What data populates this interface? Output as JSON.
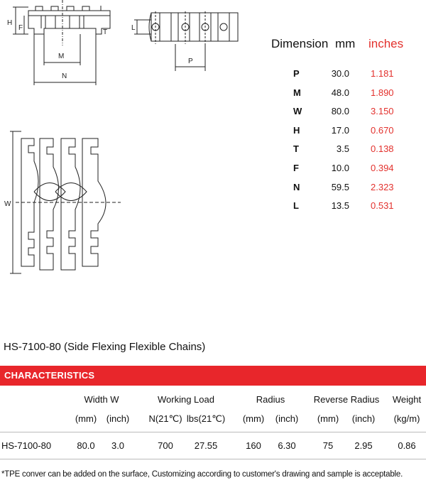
{
  "drawings": {
    "side_view_labels": {
      "h": "H",
      "f": "F",
      "t": "T",
      "m": "M",
      "n": "N"
    },
    "front_view_labels": {
      "l": "L",
      "p": "P"
    },
    "top_view_labels": {
      "w": "W"
    }
  },
  "dimensions": {
    "header": {
      "dimension": "Dimension",
      "mm": "mm",
      "inches": "inches"
    },
    "rows": [
      {
        "label": "P",
        "mm": "30.0",
        "inches": "1.181"
      },
      {
        "label": "M",
        "mm": "48.0",
        "inches": "1.890"
      },
      {
        "label": "W",
        "mm": "80.0",
        "inches": "3.150"
      },
      {
        "label": "H",
        "mm": "17.0",
        "inches": "0.670"
      },
      {
        "label": "T",
        "mm": "3.5",
        "inches": "0.138"
      },
      {
        "label": "F",
        "mm": "10.0",
        "inches": "0.394"
      },
      {
        "label": "N",
        "mm": "59.5",
        "inches": "2.323"
      },
      {
        "label": "L",
        "mm": "13.5",
        "inches": "0.531"
      }
    ]
  },
  "product": {
    "title": "HS-7100-80 (Side Flexing Flexible Chains)",
    "characteristics_label": "CHARACTERISTICS",
    "headers": {
      "width": "Width  W",
      "working_load": "Working Load",
      "radius": "Radius",
      "reverse_radius": "Reverse Radius",
      "weight": "Weight"
    },
    "units": {
      "width_mm": "(mm)",
      "width_inch": "(inch)",
      "load_n": "N(21℃)",
      "load_lbs": "lbs(21℃)",
      "radius_mm": "(mm)",
      "radius_inch": "(inch)",
      "rev_mm": "(mm)",
      "rev_inch": "(inch)",
      "weight_unit": "(kg/m)"
    },
    "row": {
      "model": "HS-7100-80",
      "width_mm": "80.0",
      "width_inch": "3.0",
      "load_n": "700",
      "load_lbs": "27.55",
      "radius_mm": "160",
      "radius_inch": "6.30",
      "rev_mm": "75",
      "rev_inch": "2.95",
      "weight": "0.86"
    },
    "footnote": "*TPE conver can be added on the surface, Customizing according to customer's drawing and sample is acceptable."
  },
  "colors": {
    "accent": "#e8262b",
    "inches_text": "#e3312d"
  }
}
